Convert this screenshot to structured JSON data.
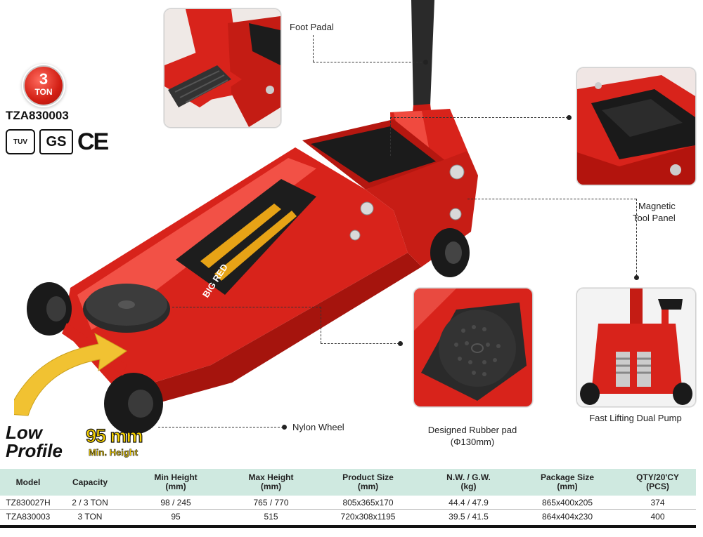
{
  "badge": {
    "number": "3",
    "unit": "TON"
  },
  "model_code": "TZA830003",
  "certifications": [
    "TUV",
    "GS",
    "CE"
  ],
  "callouts": {
    "foot_pedal": "Foot Padal",
    "magnetic_tool_panel": "Magnetic\nTool Panel",
    "rubber_pad": "Designed Rubber pad\n(Φ130mm)",
    "dual_pump": "Fast Lifting Dual Pump",
    "nylon_wheel": "Nylon Wheel"
  },
  "low_profile": {
    "line1": "Low",
    "line2": "Profile",
    "height_value": "95 mm",
    "height_caption": "Min. Height"
  },
  "product_decal": "BIG RED",
  "colors": {
    "jack_red": "#d8231b",
    "table_header": "#cfe9e0",
    "pedal_black": "#2a2a2a"
  },
  "table": {
    "headers": [
      "Model",
      "Capacity",
      "Min Height\n(mm)",
      "Max Height\n(mm)",
      "Product Size\n(mm)",
      "N.W. / G.W.\n(kg)",
      "Package Size\n(mm)",
      "QTY/20'CY\n(PCS)"
    ],
    "rows": [
      [
        "TZ830027H",
        "2 / 3 TON",
        "98 / 245",
        "765 / 770",
        "805x365x170",
        "44.4 / 47.9",
        "865x400x205",
        "374"
      ],
      [
        "TZA830003",
        "3 TON",
        "95",
        "515",
        "720x308x1195",
        "39.5 / 41.5",
        "864x404x230",
        "400"
      ]
    ]
  }
}
